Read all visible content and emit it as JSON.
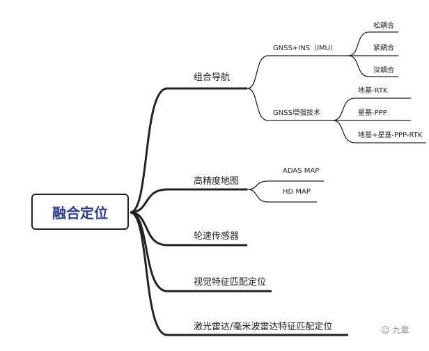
{
  "root": {
    "label": "融合定位",
    "color": "#2e3a8c"
  },
  "branches": [
    {
      "label": "组合导航",
      "children": [
        {
          "label": "GNSS+INS（IMU）",
          "children": [
            "松耦合",
            "紧耦合",
            "深耦合"
          ]
        },
        {
          "label": "GNSS增强技术",
          "children": [
            "地基-RTK",
            "星基-PPP",
            "地基+星基-PPP-RTK"
          ]
        }
      ]
    },
    {
      "label": "高精度地图",
      "children": [
        {
          "label": "ADAS MAP"
        },
        {
          "label": "HD MAP"
        }
      ]
    },
    {
      "label": "轮速传感器"
    },
    {
      "label": "视觉特征匹配定位"
    },
    {
      "label": "激光雷达/毫米波雷达特征匹配定位"
    }
  ],
  "watermark": "九章"
}
